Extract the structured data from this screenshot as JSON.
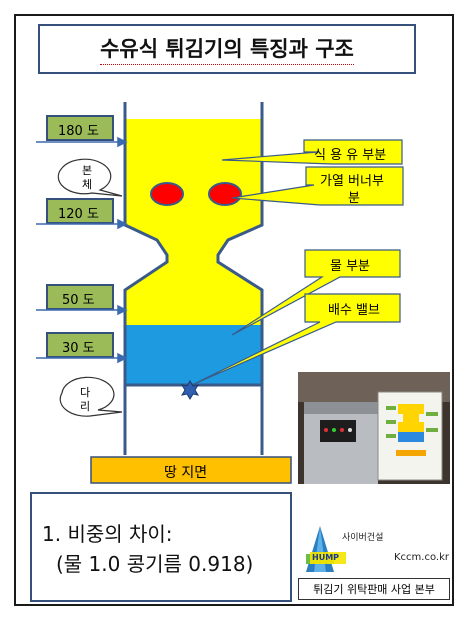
{
  "title": "수유식 튀김기의 특징과 구조",
  "temps": [
    "180 도",
    "120 도",
    "50 도",
    "30 도"
  ],
  "callouts": {
    "oil": "식 용 유 부분",
    "burner_line1": "가열 버너부",
    "burner_line2": "분",
    "water": "물 부분",
    "valve": "배수 밸브",
    "body_line1": "본",
    "body_line2": "체",
    "legs_line1": "다",
    "legs_line2": "리"
  },
  "ground": "땅 지면",
  "note": {
    "line1": "1.  비중의 차이:",
    "line2": "(물 1.0 콩기름 0.918)"
  },
  "logo": {
    "company": "사이버건설",
    "badge": "HUMP",
    "site": "Kccm.co.kr"
  },
  "footer": "튀김기 위탁판매  사업 본부",
  "colors": {
    "oil": "#ffff00",
    "water": "#1e9be0",
    "burner": "#ff0000",
    "tag": "#9bbb59",
    "ground": "#ffc000",
    "outline": "#3a5a8a"
  }
}
